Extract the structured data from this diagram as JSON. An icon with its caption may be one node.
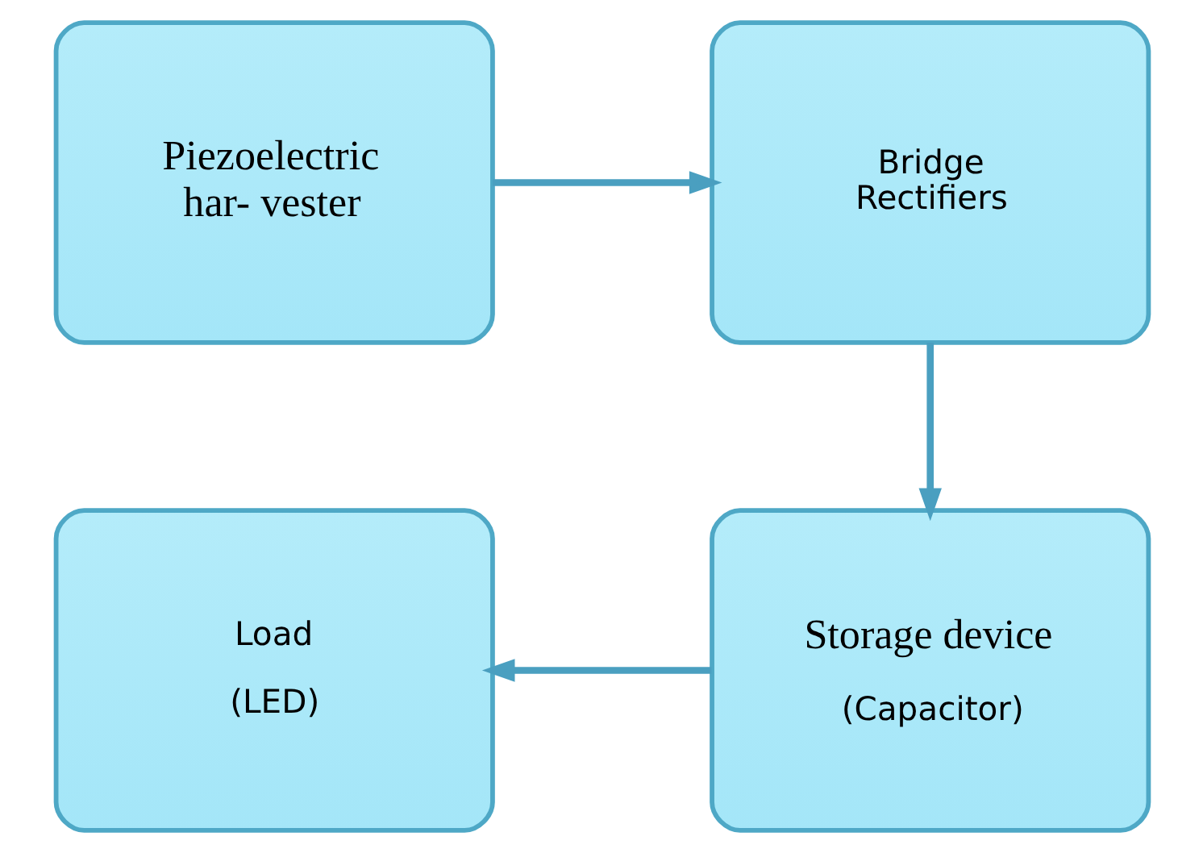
{
  "diagram": {
    "nodes": [
      {
        "text": [
          "Piezoelectric har- vester"
        ]
      },
      {
        "text": [
          "Bridge Rectifiers"
        ]
      },
      {
        "text": [
          "Storage device",
          "(Capacitor)"
        ]
      },
      {
        "text": [
          "Load",
          "(LED)"
        ]
      }
    ],
    "edges": [
      {
        "from": 0,
        "to": 1,
        "arrow": "to"
      },
      {
        "from": 1,
        "to": 2,
        "arrow": "to"
      },
      {
        "from": 2,
        "to": 3,
        "arrow": "to"
      }
    ]
  }
}
